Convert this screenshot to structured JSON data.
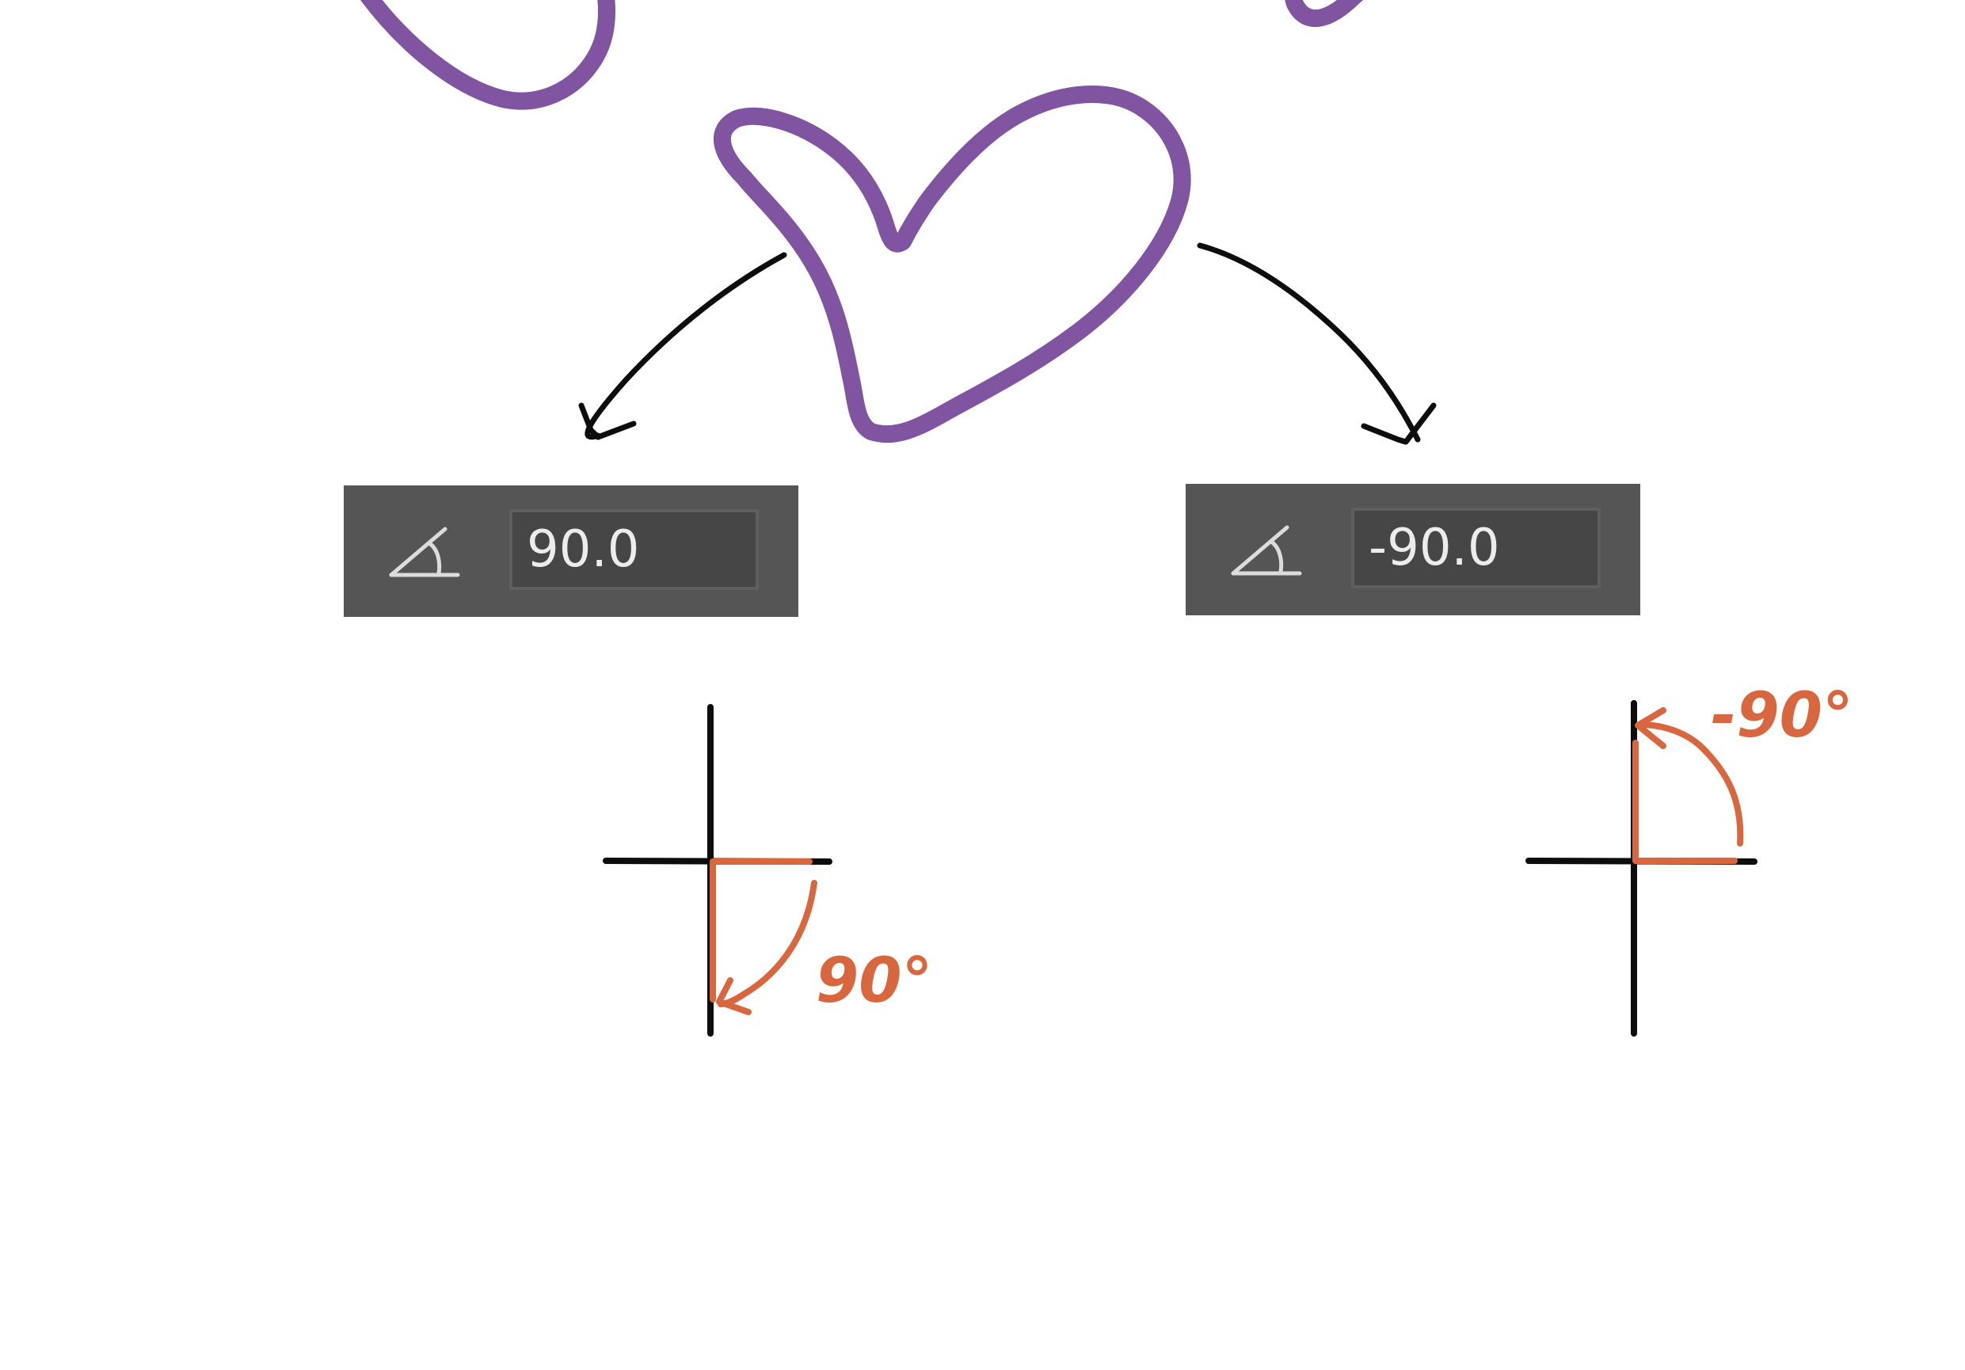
{
  "colors": {
    "heart": "#8054a0",
    "arrow": "#0d0d0d",
    "annotation": "#d8663e",
    "axes": "#0d0d0d",
    "panel_bg": "#555555",
    "input_bg": "#464646",
    "input_text": "#ececec"
  },
  "left_panel": {
    "icon": "angle-icon",
    "value": "90.0"
  },
  "right_panel": {
    "icon": "angle-icon",
    "value": "-90.0"
  },
  "left_annotation": {
    "label": "90°",
    "rotation_degrees": 90
  },
  "right_annotation": {
    "label": "-90°",
    "rotation_degrees": -90
  }
}
